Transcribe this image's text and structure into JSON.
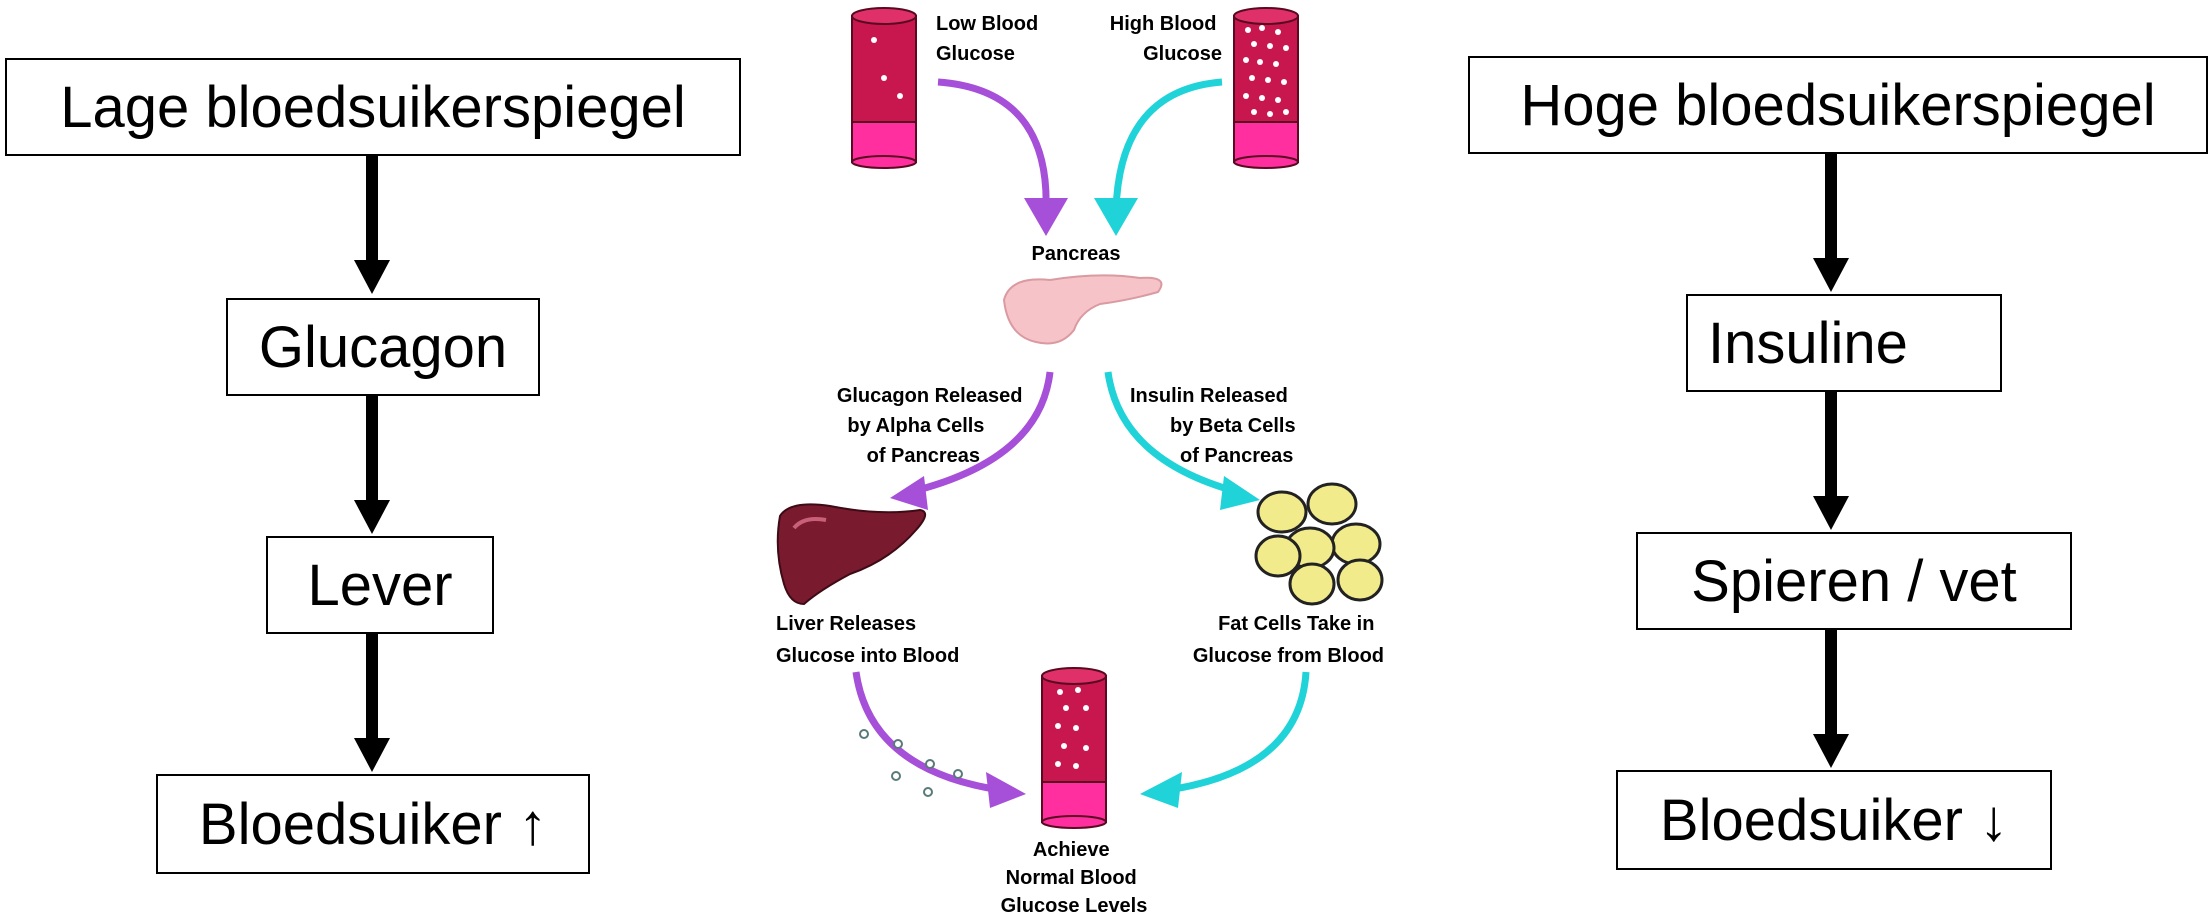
{
  "left_flow": {
    "step1": "Lage bloedsuikerspiegel",
    "step2": "Glucagon",
    "step3": "Lever",
    "step4": "Bloedsuiker ↑"
  },
  "right_flow": {
    "step1": "Hoge bloedsuikerspiegel",
    "step2": "Insuline",
    "step3": "Spieren / vet",
    "step4": "Bloedsuiker ↓"
  },
  "center_diagram": {
    "low_blood_glucose": [
      "Low Blood",
      "Glucose"
    ],
    "high_blood_glucose": [
      "High Blood",
      "Glucose"
    ],
    "pancreas": "Pancreas",
    "glucagon_released": [
      "Glucagon Released",
      "by Alpha Cells",
      "of Pancreas"
    ],
    "insulin_released": [
      "Insulin Released",
      "by Beta Cells",
      "of Pancreas"
    ],
    "liver_releases": [
      "Liver Releases",
      "Glucose into Blood"
    ],
    "fat_cells_take_in": [
      "Fat Cells Take in",
      "Glucose from Blood"
    ],
    "achieve_normal": [
      "Achieve",
      "Normal Blood",
      "Glucose Levels"
    ]
  },
  "colors": {
    "glucagon_path": "#a64fd8",
    "insulin_path": "#1fd3d8",
    "vessel_body": "#c8174f",
    "vessel_base": "#ff2fa0",
    "liver": "#7a1a2e",
    "fat_cell": "#f2eb8c",
    "pancreas": "#f6c4c8"
  }
}
